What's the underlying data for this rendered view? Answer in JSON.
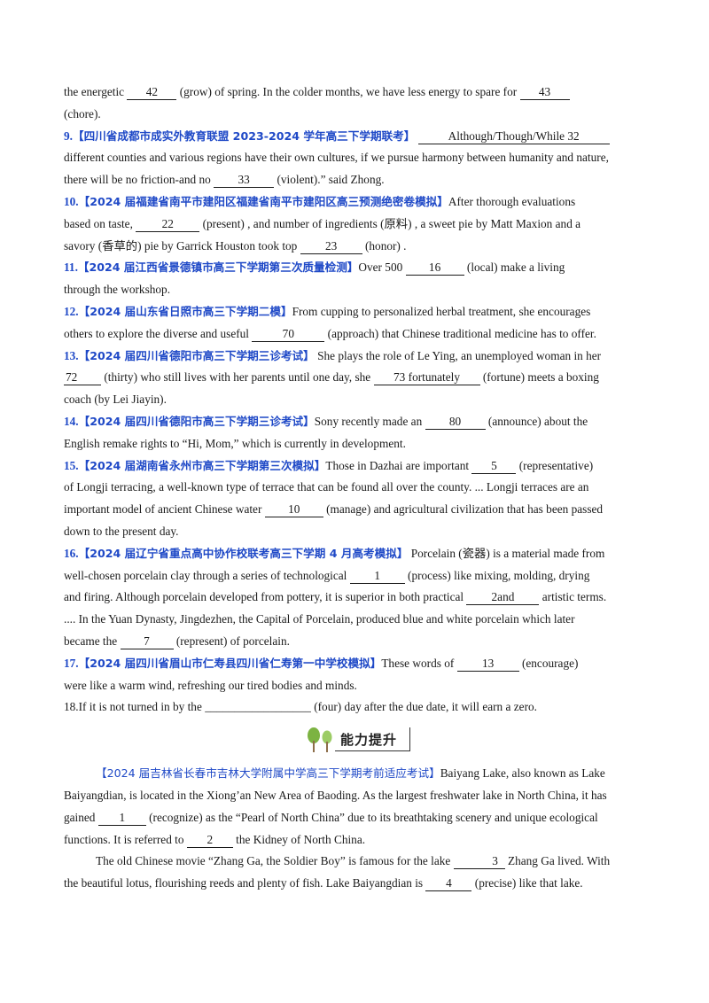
{
  "lines": {
    "l1a": "the energetic",
    "b42": "42",
    "l1b": "(grow) of spring.  In the colder months, we have less energy to spare for",
    "b43": "43",
    "l2": "(chore).",
    "q9num": "9.",
    "q9src": "【四川省成都市成实外教育联盟 2023-2024 学年高三下学期联考】",
    "b32": "Although/Though/While    32",
    "l3": "different counties and various regions have their own cultures, if we pursue harmony between humanity and nature,",
    "l4a": "there will be no friction-and no",
    "b33": "33",
    "l4b": "(violent).” said Zhong.",
    "q10num": "10.",
    "q10src": "【2024 届福建省南平市建阳区福建省南平市建阳区高三预测绝密卷模拟】",
    "l5": "After thorough evaluations",
    "l6a": "based on taste,",
    "b22": "22",
    "l6b": "(present) , and number of ingredients (原料) , a sweet pie by Matt Maxion and a",
    "l7a": "savory (香草的) pie by Garrick Houston took top",
    "b23": "23",
    "l7b": "(honor) .",
    "q11num": "11.",
    "q11src": "【2024 届江西省景德镇市高三下学期第三次质量检测】",
    "l8a": "Over 500",
    "b16": "16",
    "l8b": "(local) make a living",
    "l9": "through the workshop.",
    "q12num": "12.",
    "q12src": "【2024 届山东省日照市高三下学期二模】",
    "l10": "From cupping to personalized herbal treatment, she encourages",
    "l11a": "others to explore the diverse and useful",
    "b70": "70",
    "l11b": "(approach) that Chinese traditional medicine has to offer.",
    "q13num": "13.",
    "q13src": "【2024 届四川省德阳市高三下学期三诊考试】",
    "l12": "She plays the role of Le Ying, an unemployed woman in her",
    "b72": "72",
    "l13a": "(thirty) who still lives with her parents until one day, she",
    "b73": "73 fortunately",
    "l13b": "(fortune) meets a boxing",
    "l14": "coach (by Lei Jiayin).",
    "q14num": "14.",
    "q14src": "【2024 届四川省德阳市高三下学期三诊考试】",
    "l15a": "Sony recently made an",
    "b80": "80",
    "l15b": "(announce) about the",
    "l16": "English remake rights to “Hi, Mom,” which is currently in development.",
    "q15num": "15.",
    "q15src": "【2024 届湖南省永州市高三下学期第三次模拟】",
    "l17a": "Those in Dazhai are important",
    "b5": "5",
    "l17b": "(representative)",
    "l18": "of Longji terracing, a well-known type of terrace that can be found all over the county.   ...   Longji terraces are an",
    "l19a": "important model of ancient Chinese water",
    "b10": "10",
    "l19b": "(manage) and agricultural civilization that has been passed",
    "l20": "down to the present day.",
    "q16num": "16.",
    "q16src": "【2024 届辽宁省重点高中协作校联考高三下学期 4 月高考模拟】",
    "l21": "Porcelain (瓷器) is a material made from",
    "l22a": "well-chosen porcelain clay through a series of technological",
    "b1a": "1",
    "l22b": "(process) like mixing, molding, drying",
    "l23a": "and firing. Although porcelain developed from pottery, it is superior in both practical",
    "b2a": "2and",
    "l23b": "artistic terms.",
    "l24": ".... In the Yuan Dynasty, Jingdezhen, the Capital of Porcelain, produced blue and white porcelain which later",
    "l25a": "became the",
    "b7": "7",
    "l25b": "(represent) of porcelain.",
    "q17num": "17.",
    "q17src": "【2024 届四川省眉山市仁寿县四川省仁寿第一中学校模拟】",
    "l26a": "These words of",
    "b13": "13",
    "l26b": "(encourage)",
    "l27": "were like a warm wind, refreshing our tired bodies and minds.",
    "l28a": "18.If it is not turned in by the",
    "b18": "__________________",
    "l28b": "(four) day after the due date, it will earn a zero."
  },
  "banner": {
    "label": "能力提升",
    "icon": "tree-icon"
  },
  "passage": {
    "src": "【2024 届吉林省长春市吉林大学附属中学高三下学期考前适应考试】",
    "p1a": "Baiyang Lake, also known as Lake",
    "p1b": "Baiyangdian, is located in the Xiong’an New Area of Baoding. As the largest freshwater lake in North China, it has",
    "p1c1": "gained",
    "b1": "1",
    "p1c2": "(recognize) as the “Pearl of North China” due to its breathtaking scenery and unique ecological",
    "p1d1": "functions. It is referred to",
    "b2": "2",
    "p1d2": "the Kidney of North China.",
    "p2a1": "The old Chinese movie “Zhang Ga, the Soldier Boy” is famous for the lake",
    "b3": "3",
    "p2a2": "Zhang Ga lived. With",
    "p2b1": "the beautiful lotus, flourishing reeds and plenty of fish. Lake Baiyangdian is",
    "b4": "4",
    "p2b2": "(precise) like that lake."
  },
  "colors": {
    "accent": "#1f49c7",
    "text": "#1a1a1a",
    "banner_green": "#7cb342"
  }
}
